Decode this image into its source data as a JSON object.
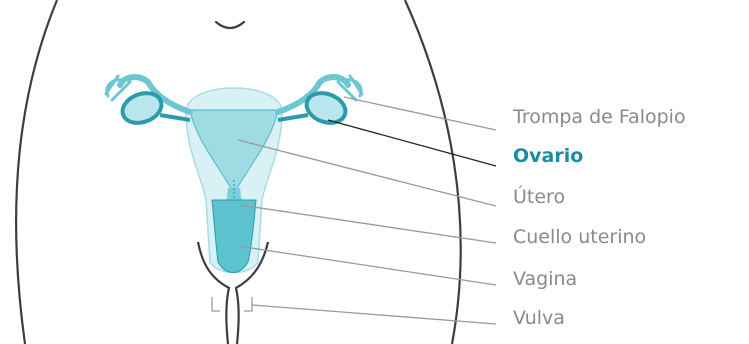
{
  "labels": [
    {
      "id": "trompa",
      "text": "Trompa de Falopio",
      "highlighted": false
    },
    {
      "id": "ovario",
      "text": "Ovario",
      "highlighted": true
    },
    {
      "id": "utero",
      "text": "Útero",
      "highlighted": false
    },
    {
      "id": "cuello",
      "text": "Cuello uterino",
      "highlighted": false
    },
    {
      "id": "vagina",
      "text": "Vagina",
      "highlighted": false
    },
    {
      "id": "vulva",
      "text": "Vulva",
      "highlighted": false
    }
  ],
  "colors": {
    "outline": "#3a3f44",
    "organ_fill": "#d9f1f4",
    "organ_stroke": "#5bbfcc",
    "organ_dark": "#2b9bab",
    "leader_line": "#9a9a9a",
    "leader_line_active": "#222222",
    "label_text": "#8a8a8a",
    "label_active": "#1a8e9e"
  }
}
